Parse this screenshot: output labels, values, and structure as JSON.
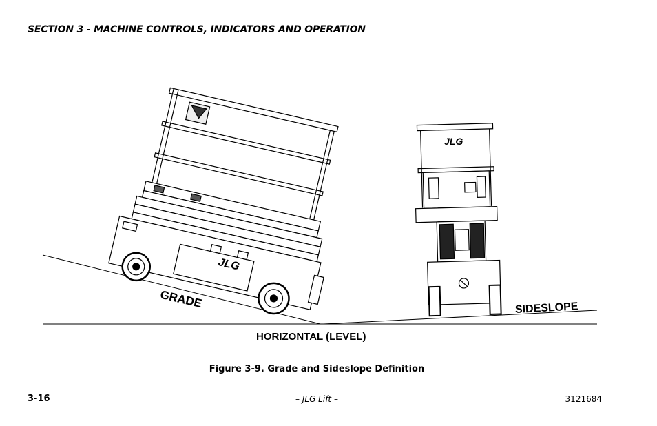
{
  "header": {
    "section_title": "SECTION 3 - MACHINE CONTROLS, INDICATORS AND OPERATION"
  },
  "figure": {
    "label_grade": "GRADE",
    "label_sideslope": "SIDESLOPE",
    "label_horizontal": "HORIZONTAL (LEVEL)",
    "brand_logo_text": "JLG",
    "caption": "Figure 3-9. Grade and Sideslope Definition"
  },
  "footer": {
    "page_number": "3-16",
    "center_text": "– JLG Lift –",
    "doc_number": "3121684"
  }
}
